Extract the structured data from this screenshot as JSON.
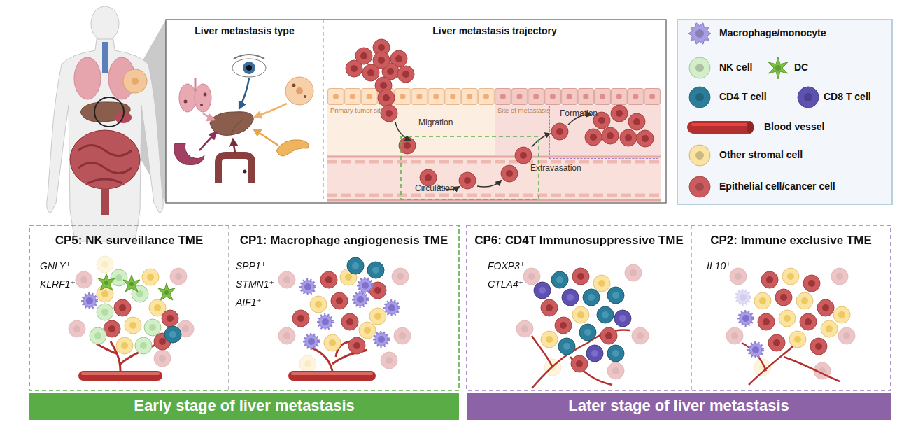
{
  "diagram": {
    "nodes": [
      {
        "text": [
          "Liver metastasis type"
        ]
      },
      {
        "text": [
          "Liver metastasis trajectory"
        ]
      },
      {
        "text": [
          "Primary tumor site"
        ],
        "in": 1
      },
      {
        "text": [
          "Site of metastasis"
        ],
        "in": 1
      },
      {
        "text": [
          "Formation"
        ],
        "in": 3
      },
      {
        "text": [
          "CP5: NK surveillance TME",
          "GNLY⁺",
          "KLRF1⁺"
        ]
      },
      {
        "text": [
          "CP1: Macrophage angiogenesis TME",
          "SPP1⁺",
          "STMN1⁺",
          "AIF1⁺"
        ]
      },
      {
        "text": [
          "CP6: CD4T Immunosuppressive TME",
          "FOXP3⁺",
          "CTLA4⁺"
        ]
      },
      {
        "text": [
          "CP2: Immune exclusive TME",
          "IL10⁺"
        ]
      },
      {
        "text": [
          "Early stage of liver metastasis"
        ]
      },
      {
        "text": [
          "Later stage of liver metastasis"
        ]
      }
    ],
    "labels": [
      "Migration",
      "Circulation",
      "Extravasation"
    ],
    "legend": [
      {
        "text": "Macrophage/monocyte",
        "color": "#a99de3"
      },
      {
        "text": "NK cell",
        "color": "#d3efc9"
      },
      {
        "text": "DC",
        "color": "#7cc142"
      },
      {
        "text": "CD4 T cell",
        "color": "#2b7d99"
      },
      {
        "text": "CD8 T cell",
        "color": "#5e51b0"
      },
      {
        "text": "Blood vessel",
        "color": "#b3302e"
      },
      {
        "text": "Other stromal cell",
        "color": "#fbe3a2"
      },
      {
        "text": "Epithelial cell/cancer cell",
        "color": "#cc5b5e"
      }
    ]
  }
}
